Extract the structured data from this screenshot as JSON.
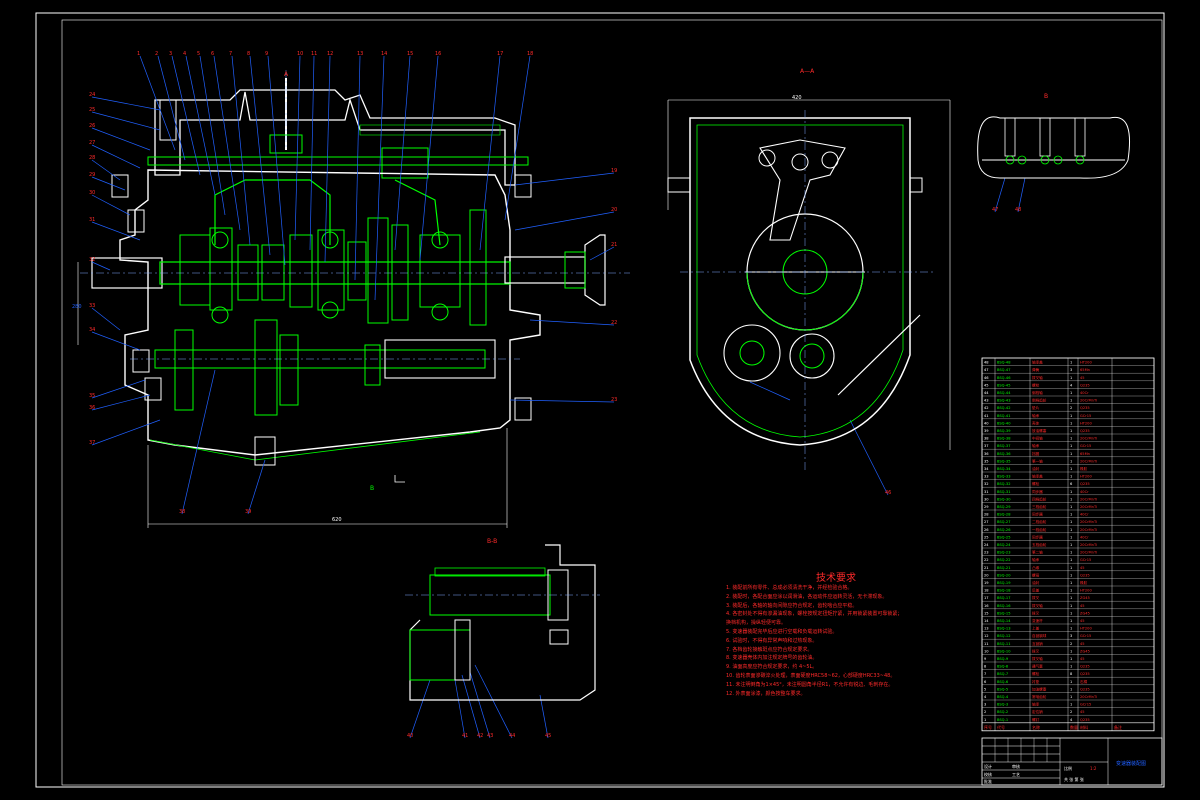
{
  "drawing": {
    "section_views": {
      "main_section": "A",
      "side_section": "A—A",
      "detail_section": "B",
      "lower_section": "B-B"
    },
    "balloons_top": [
      "1",
      "2",
      "3",
      "4",
      "5",
      "6",
      "7",
      "8",
      "9",
      "10",
      "11",
      "12",
      "13",
      "14",
      "15",
      "16",
      "17",
      "18"
    ],
    "balloons_left": [
      "24",
      "25",
      "26",
      "27",
      "28",
      "29",
      "30",
      "31",
      "32",
      "33",
      "34",
      "35",
      "36",
      "37"
    ],
    "balloons_right": [
      "19",
      "20",
      "21",
      "22",
      "23"
    ],
    "balloons_bottom": [
      "38",
      "39"
    ],
    "balloons_lower_view": [
      "40",
      "41",
      "42",
      "43",
      "44",
      "45"
    ],
    "balloons_side_view": [
      "46"
    ],
    "balloons_detail": [
      "47",
      "48"
    ],
    "dimension_main_width": "620",
    "dimension_side_width": "420",
    "dimension_left_height": "280"
  },
  "tech_requirements": {
    "title": "技术要求",
    "items": [
      "1. 装配前所有零件、总成必须清洗干净，并经检验合格。",
      "2. 装配时，各配合面应涂以润滑油，各运动件应运转灵活，无卡滞现象。",
      "3. 装配后，各轴的轴向间隙应符合规定，齿轮啮合应平稳。",
      "4. 各密封处不得有渗漏油现象，螺栓按规定扭矩拧紧，并用锁紧装置可靠锁紧；",
      "   换档机构，操纵轻便可靠。",
      "5. 变速器装配完毕后应进行空载和负载运转试验。",
      "6. 试验时，不得有异常声响和过热现象。",
      "7. 各档齿轮接触斑点应符合规定要求。",
      "8. 变速器壳体内加注规定牌号的齿轮油。",
      "9. 油面高度应符合规定要求，约 4~5L。",
      "10. 齿轮表面渗碳淬火处理，表面硬度HRC58~62，心部硬度HRC33~48。",
      "11. 未注明倒角为1×45°，未注明圆角半径R1，不允许有锐边、毛刺存在。",
      "12. 外表面涂漆，颜色按整车要求。"
    ]
  },
  "parts_list": {
    "header": [
      "序号",
      "代号",
      "名称",
      "数量",
      "材料",
      "备注"
    ],
    "rows": [
      [
        "48",
        "BSQ-48",
        "轴承盖",
        "1",
        "HT200",
        ""
      ],
      [
        "47",
        "BSQ-47",
        "弹簧",
        "3",
        "65Mn",
        ""
      ],
      [
        "46",
        "BSQ-46",
        "拨叉轴",
        "1",
        "45",
        ""
      ],
      [
        "45",
        "BSQ-45",
        "螺栓",
        "4",
        "Q235",
        ""
      ],
      [
        "44",
        "BSQ-44",
        "倒档轴",
        "1",
        "40Cr",
        ""
      ],
      [
        "43",
        "BSQ-43",
        "倒档齿轮",
        "1",
        "20CrMnTi",
        ""
      ],
      [
        "42",
        "BSQ-42",
        "垫片",
        "2",
        "Q235",
        ""
      ],
      [
        "41",
        "BSQ-41",
        "轴承",
        "1",
        "GCr15",
        ""
      ],
      [
        "40",
        "BSQ-40",
        "壳体",
        "1",
        "HT200",
        ""
      ],
      [
        "39",
        "BSQ-39",
        "放油螺塞",
        "1",
        "Q235",
        ""
      ],
      [
        "38",
        "BSQ-38",
        "中间轴",
        "1",
        "20CrMnTi",
        ""
      ],
      [
        "37",
        "BSQ-37",
        "轴承",
        "1",
        "GCr15",
        ""
      ],
      [
        "36",
        "BSQ-36",
        "挡圈",
        "1",
        "65Mn",
        ""
      ],
      [
        "35",
        "BSQ-35",
        "第一轴",
        "1",
        "20CrMnTi",
        ""
      ],
      [
        "34",
        "BSQ-34",
        "油封",
        "1",
        "橡胶",
        ""
      ],
      [
        "33",
        "BSQ-33",
        "轴承盖",
        "1",
        "HT200",
        ""
      ],
      [
        "32",
        "BSQ-32",
        "螺栓",
        "6",
        "Q235",
        ""
      ],
      [
        "31",
        "BSQ-31",
        "同步器",
        "1",
        "40Cr",
        ""
      ],
      [
        "30",
        "BSQ-30",
        "四档齿轮",
        "1",
        "20CrMnTi",
        ""
      ],
      [
        "29",
        "BSQ-29",
        "三档齿轮",
        "1",
        "20CrMnTi",
        ""
      ],
      [
        "28",
        "BSQ-28",
        "同步器",
        "1",
        "40Cr",
        ""
      ],
      [
        "27",
        "BSQ-27",
        "二档齿轮",
        "1",
        "20CrMnTi",
        ""
      ],
      [
        "26",
        "BSQ-26",
        "一档齿轮",
        "1",
        "20CrMnTi",
        ""
      ],
      [
        "25",
        "BSQ-25",
        "同步器",
        "1",
        "40Cr",
        ""
      ],
      [
        "24",
        "BSQ-24",
        "五档齿轮",
        "1",
        "20CrMnTi",
        ""
      ],
      [
        "23",
        "BSQ-23",
        "第二轴",
        "1",
        "20CrMnTi",
        ""
      ],
      [
        "22",
        "BSQ-22",
        "轴承",
        "1",
        "GCr15",
        ""
      ],
      [
        "21",
        "BSQ-21",
        "凸缘",
        "1",
        "45",
        ""
      ],
      [
        "20",
        "BSQ-20",
        "螺母",
        "1",
        "Q235",
        ""
      ],
      [
        "19",
        "BSQ-19",
        "油封",
        "1",
        "橡胶",
        ""
      ],
      [
        "18",
        "BSQ-18",
        "后盖",
        "1",
        "HT200",
        ""
      ],
      [
        "17",
        "BSQ-17",
        "拨叉",
        "1",
        "ZG45",
        ""
      ],
      [
        "16",
        "BSQ-16",
        "拨叉轴",
        "1",
        "45",
        ""
      ],
      [
        "15",
        "BSQ-15",
        "拨叉",
        "1",
        "ZG45",
        ""
      ],
      [
        "14",
        "BSQ-14",
        "变速杆",
        "1",
        "45",
        ""
      ],
      [
        "13",
        "BSQ-13",
        "上盖",
        "1",
        "HT200",
        ""
      ],
      [
        "12",
        "BSQ-12",
        "自锁钢球",
        "3",
        "GCr15",
        ""
      ],
      [
        "11",
        "BSQ-11",
        "互锁销",
        "2",
        "45",
        ""
      ],
      [
        "10",
        "BSQ-10",
        "拨叉",
        "1",
        "ZG45",
        ""
      ],
      [
        "9",
        "BSQ-9",
        "拨叉轴",
        "1",
        "45",
        ""
      ],
      [
        "8",
        "BSQ-8",
        "通气塞",
        "1",
        "Q235",
        ""
      ],
      [
        "7",
        "BSQ-7",
        "螺栓",
        "8",
        "Q235",
        ""
      ],
      [
        "6",
        "BSQ-6",
        "衬垫",
        "1",
        "石棉",
        ""
      ],
      [
        "5",
        "BSQ-5",
        "加油螺塞",
        "1",
        "Q235",
        ""
      ],
      [
        "4",
        "BSQ-4",
        "常啮齿轮",
        "1",
        "20CrMnTi",
        ""
      ],
      [
        "3",
        "BSQ-3",
        "轴承",
        "1",
        "GCr15",
        ""
      ],
      [
        "2",
        "BSQ-2",
        "定位销",
        "2",
        "45",
        ""
      ],
      [
        "1",
        "BSQ-1",
        "螺钉",
        "4",
        "Q235",
        ""
      ]
    ]
  },
  "title_block": {
    "drawing_name": "变速器装配图",
    "row_labels": [
      "设计",
      "校核",
      "审核",
      "工艺",
      "批准"
    ],
    "scale_label": "比例",
    "sheet_label": "共 张 第 张",
    "scale_value": "1:2"
  },
  "colors": {
    "outline": "#ffffff",
    "part": "#00ff00",
    "leader": "#2060ff",
    "annotation": "#ff2a2a",
    "centerline": "#7fa8ff"
  }
}
